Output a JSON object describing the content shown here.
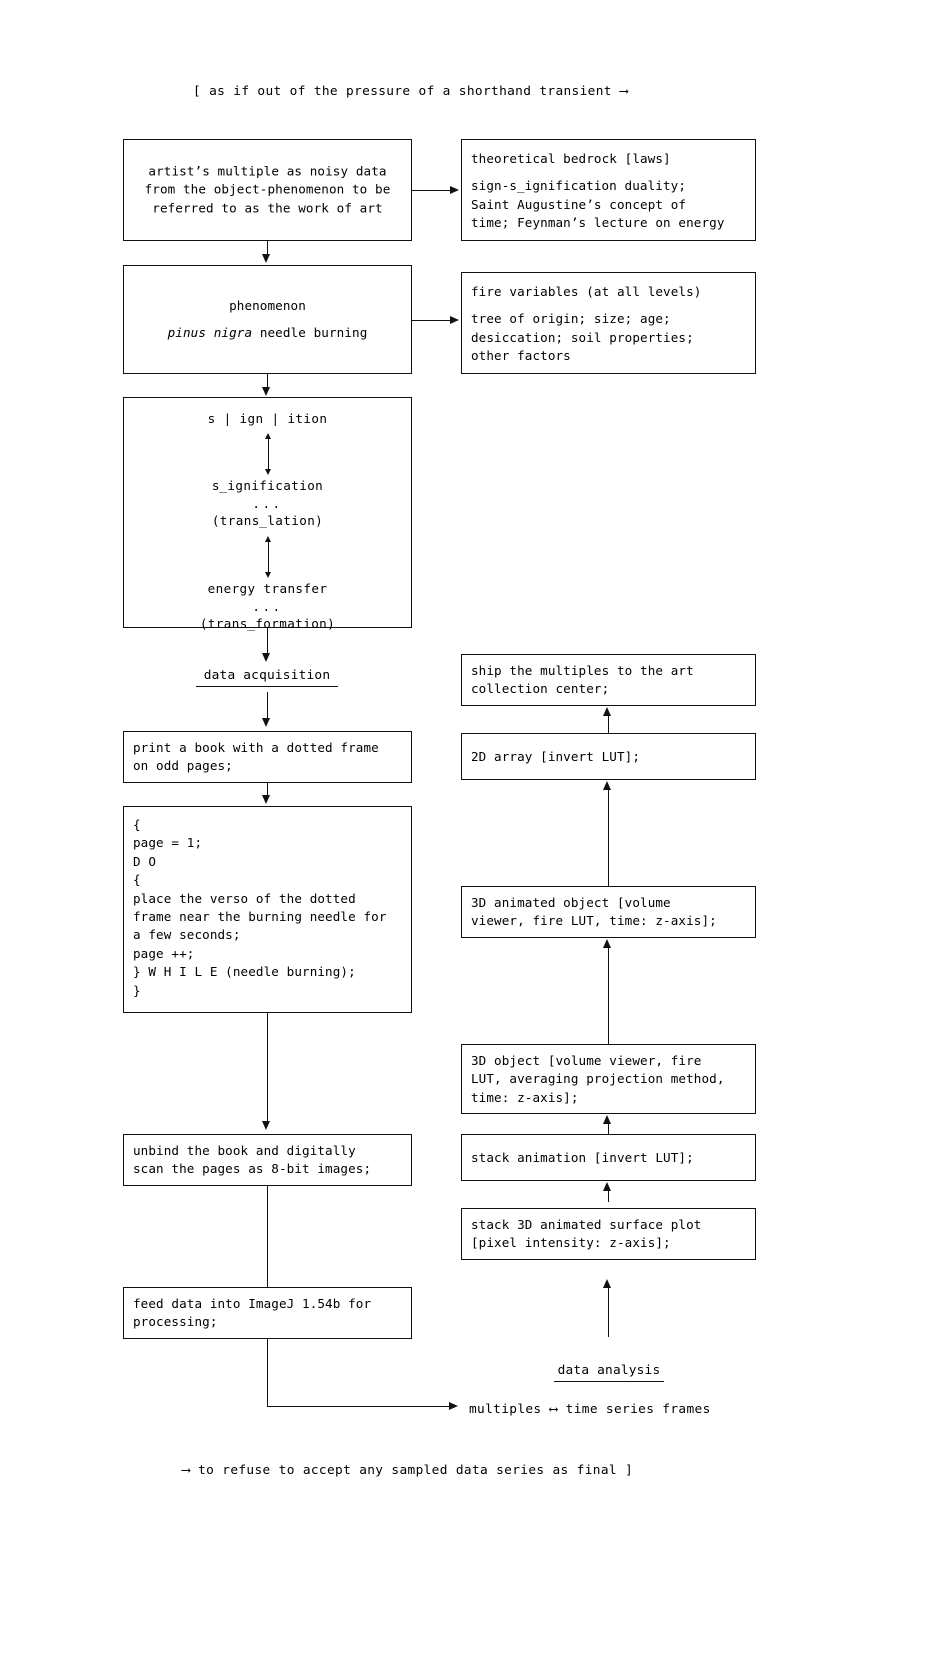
{
  "header": {
    "text": "[ as if out of the pressure of a shorthand transient ⟶"
  },
  "footer": {
    "text": "⟶ to refuse to accept any sampled data series as final ]"
  },
  "captions": {
    "data_acquisition": "data acquisition",
    "data_analysis": "data analysis",
    "multiples_note": "multiples ⟷ time series frames"
  },
  "boxes": {
    "artist_multiple": {
      "lines": [
        "artist’s multiple as noisy data",
        "from the object-phenomenon to be",
        "referred to as the work of art"
      ]
    },
    "theoretical_bedrock": {
      "title": "theoretical bedrock [laws]",
      "lines": [
        "sign-s̲ignification duality;",
        "Saint Augustine’s concept of",
        "time; Feynman’s lecture on energy"
      ]
    },
    "phenomenon": {
      "line1": "phenomenon",
      "line2_italic": "pinus nigra",
      "line2_rest": " needle burning"
    },
    "fire_variables": {
      "title": "fire variables (at all levels)",
      "lines": [
        "tree of origin; size; age;",
        "desiccation; soil properties;",
        "other factors"
      ]
    },
    "ignition": {
      "l1": "s | ign | ition",
      "l2": "s̲ignification",
      "l3": "...",
      "l4": "(trans̲lation)",
      "l5": "energy transfer",
      "l6": "...",
      "l7": "(trans̲formation)"
    },
    "print_book": {
      "lines": [
        "print a book with a dotted frame",
        "on odd pages;"
      ]
    },
    "pseudocode": {
      "lines": [
        "{",
        "page = 1;",
        "D O",
        "{",
        "place the verso of the dotted",
        "frame near the burning needle for",
        "a few seconds;",
        "page ++;",
        "} W H I L E (needle burning);",
        "}"
      ]
    },
    "unbind_scan": {
      "lines": [
        "unbind the book and digitally",
        "scan the pages as 8-bit images;"
      ]
    },
    "imagej": {
      "lines": [
        "feed data into ImageJ 1.54b for",
        "processing;"
      ]
    },
    "ship_multiples": {
      "lines": [
        "ship the multiples to the art",
        "collection center;"
      ]
    },
    "array_2d": {
      "lines": [
        "2D array [invert LUT];"
      ]
    },
    "animated_3d": {
      "lines": [
        "3D animated object [volume",
        "viewer, fire LUT, time: z-axis];"
      ]
    },
    "object_3d": {
      "lines": [
        "3D object [volume viewer, fire",
        "LUT, averaging projection method,",
        "time: z-axis];"
      ]
    },
    "stack_animation": {
      "lines": [
        "stack animation [invert LUT];"
      ]
    },
    "stack_surface": {
      "lines": [
        "stack 3D animated surface plot",
        "[pixel intensity: z-axis];"
      ]
    }
  },
  "colors": {
    "ink": "#111111",
    "paper": "#ffffff"
  }
}
